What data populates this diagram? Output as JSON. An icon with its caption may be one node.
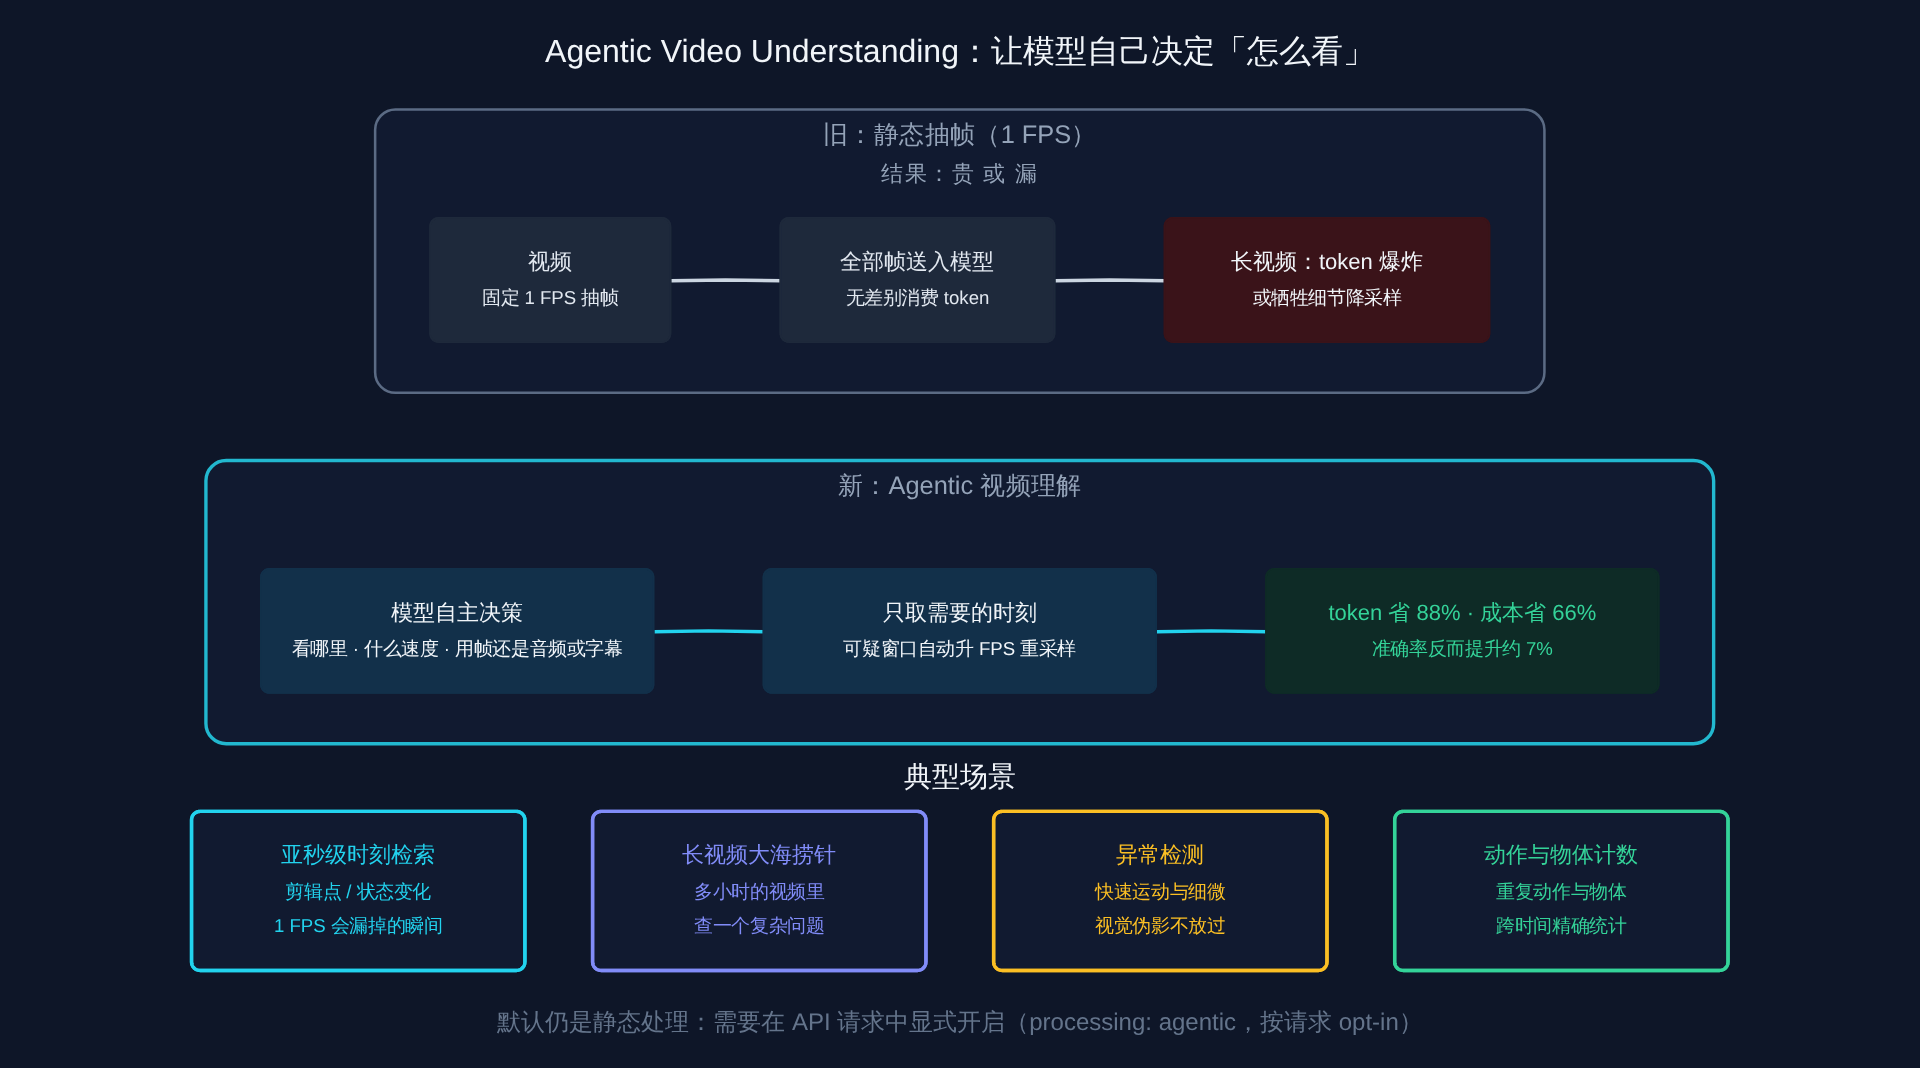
{
  "diagram": {
    "title": "Agentic Video Understanding：让模型自己决定「怎么看」",
    "nodes": [
      {
        "text": [
          "旧：静态抽帧（1 FPS）",
          "结果：贵 或 漏"
        ]
      },
      {
        "text": [
          "视频",
          "固定 1 FPS 抽帧"
        ],
        "in": 0
      },
      {
        "text": [
          "全部帧送入模型",
          "无差别消费 token"
        ],
        "in": 0
      },
      {
        "text": [
          "长视频：token 爆炸",
          "或牺牲细节降采样"
        ],
        "in": 0
      },
      {
        "text": [
          "新：Agentic 视频理解"
        ]
      },
      {
        "text": [
          "模型自主决策",
          "看哪里 · 什么速度 · 用帧还是音频或字幕"
        ],
        "in": 4
      },
      {
        "text": [
          "只取需要的时刻",
          "可疑窗口自动升 FPS 重采样"
        ],
        "in": 4
      },
      {
        "text": [
          "token 省 88% · 成本省 66%",
          "准确率反而提升约 7%"
        ],
        "in": 4
      },
      {
        "text": [
          "亚秒级时刻检索",
          "剪辑点 / 状态变化",
          "1 FPS 会漏掉的瞬间"
        ]
      },
      {
        "text": [
          "长视频大海捞针",
          "多小时的视频里",
          "查一个复杂问题"
        ]
      },
      {
        "text": [
          "异常检测",
          "快速运动与细微",
          "视觉伪影不放过"
        ]
      },
      {
        "text": [
          "动作与物体计数",
          "重复动作与物体",
          "跨时间精确统计"
        ]
      }
    ],
    "edges": [
      {
        "from": 1,
        "to": 2,
        "arrow": "none"
      },
      {
        "from": 2,
        "to": 3,
        "arrow": "none"
      },
      {
        "from": 5,
        "to": 6,
        "arrow": "none",
        "color": "#22d3ee"
      },
      {
        "from": 6,
        "to": 7,
        "arrow": "none",
        "color": "#22d3ee"
      }
    ],
    "labels": [
      "典型场景"
    ],
    "caption": "默认仍是静态处理：需要在 API 请求中显式开启（processing: agentic，按请求 opt-in）"
  }
}
